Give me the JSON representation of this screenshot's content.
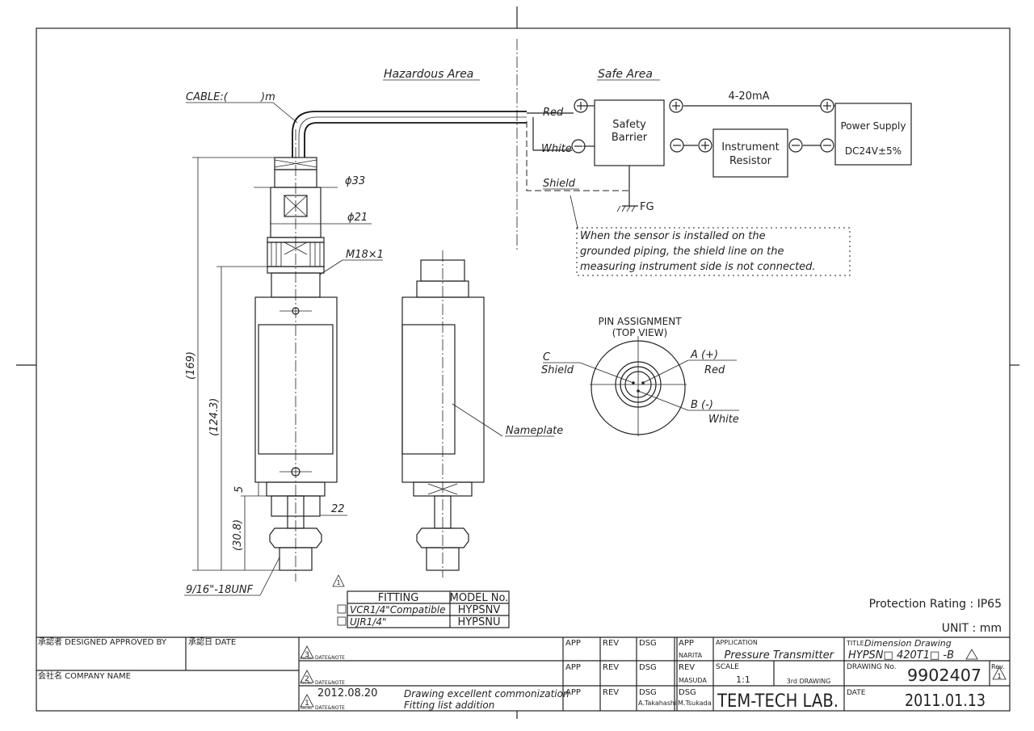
{
  "areas": {
    "hazardous": "Hazardous Area",
    "safe": "Safe Area"
  },
  "cable": {
    "label": "CABLE:(",
    "unit": ")m"
  },
  "wiring": {
    "red": "Red",
    "white": "White",
    "shield": "Shield",
    "safety_barrier_line1": "Safety",
    "safety_barrier_line2": "Barrier",
    "signal": "4-20mA",
    "instrument_line1": "Instrument",
    "instrument_line2": "Resistor",
    "power_line1": "Power Supply",
    "power_line2": "DC24V±5%",
    "fg": "FG",
    "plus": "+",
    "minus": "−"
  },
  "note": {
    "line1": "When the sensor is installed on the",
    "line2": "grounded piping, the shield line on the",
    "line3": "measuring instrument side is not connected."
  },
  "dimensions": {
    "d33": "ϕ33",
    "d21": "ϕ21",
    "thread": "M18×1",
    "total": "(169)",
    "body": "(124.3)",
    "fitting": "(30.8)",
    "five": "5",
    "twentytwo": "22",
    "unf": "9/16\"-18UNF"
  },
  "nameplate": "Nameplate",
  "pin": {
    "title1": "PIN ASSIGNMENT",
    "title2": "(TOP VIEW)",
    "c": "C",
    "c_label": "Shield",
    "a": "A (+)",
    "a_label": "Red",
    "b": "B (-)",
    "b_label": "White"
  },
  "fitting_table": {
    "rev_mark": "1",
    "header_fitting": "FITTING",
    "header_model": "MODEL No.",
    "rows": [
      {
        "fitting": "VCR1/4\"Compatible",
        "model": "HYPSNV"
      },
      {
        "fitting": "UJR1/4\"",
        "model": "HYPSNU"
      }
    ]
  },
  "protection": "Protection Rating : IP65",
  "unit": "UNIT : mm",
  "title_block": {
    "designed": "承認者 DESIGNED  APPROVED BY",
    "date_hdr": "承認日  DATE",
    "company": "会社名  COMPANY NAME",
    "rev3": "3",
    "rev2": "2",
    "rev1": "1",
    "datenote": "DATE&NOTE",
    "rev_small": "Rev.No.",
    "rev1_date": "2012.08.20",
    "rev1_note1": "Drawing excellent commonization",
    "rev1_note2": "Fitting list addition",
    "app": "APP",
    "rev": "REV",
    "dsg": "DSG",
    "narita": "NARITA",
    "masuda": "MASUDA",
    "takahashi": "A.Takahashi",
    "tsukada": "M.Tsukada",
    "application_hdr": "APPLICATION",
    "application": "Pressure Transmitter",
    "scale_hdr": "SCALE",
    "scale": "1:1",
    "projection": "3rd DRAWING",
    "company_logo": "TEM-TECH LAB.",
    "title_hdr": "TITLE",
    "title": "Dimension Drawing",
    "model": "HYPSN□ 420T1□ -B",
    "drawing_no_hdr": "DRAWING No.",
    "drawing_no": "9902407",
    "rev_hdr": "Rev.",
    "rev_val": "1",
    "date_hdr2": "DATE",
    "date": "2011.01.13"
  }
}
